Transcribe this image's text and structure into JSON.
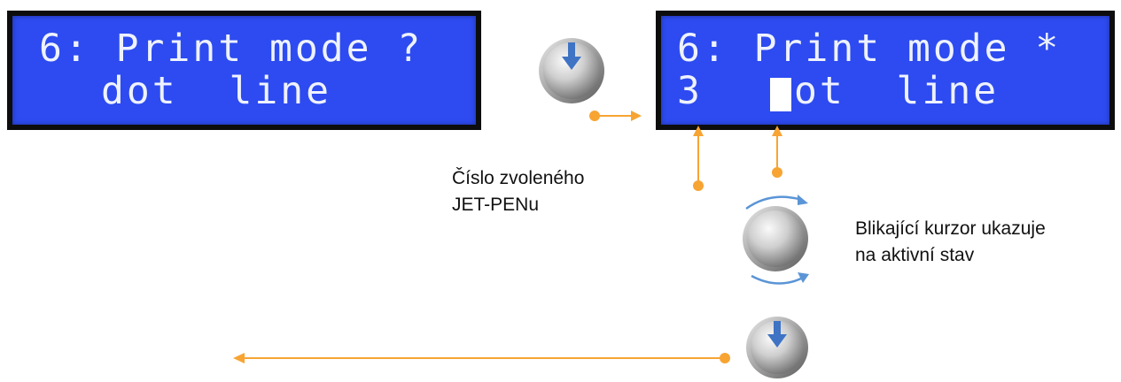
{
  "display_left": {
    "line1": "6: Print mode ?",
    "line2": "dot  line"
  },
  "display_right": {
    "line1": "6: Print mode *",
    "line2_number": "3",
    "line2_rest": "ot  line"
  },
  "labels": {
    "selected_jetpen_line1": "Číslo zvoleného",
    "selected_jetpen_line2": "JET-PENu",
    "blink_cursor_line1": "Blikající kurzor ukazuje",
    "blink_cursor_line2": "na aktivní stav"
  },
  "colors": {
    "lcd_blue": "#2d4bf0",
    "lcd_text": "#eef2ff",
    "arrow_orange": "#f7a433"
  },
  "icons": {
    "knob_press": "knob-press-icon",
    "knob_rotate": "knob-rotate-icon"
  }
}
